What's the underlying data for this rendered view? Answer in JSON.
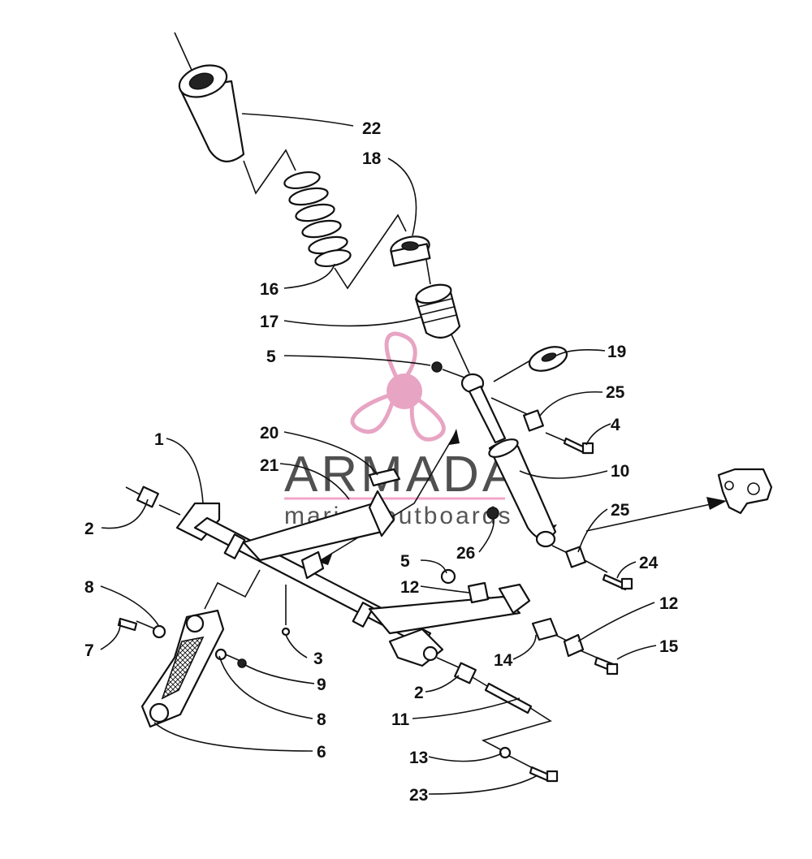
{
  "watermark": {
    "brand": "ARMADA",
    "tagline": "marine outboards",
    "accent_color": "#e59bbd",
    "line_color": "#f2a6c8"
  },
  "callouts": {
    "c22": "22",
    "c18": "18",
    "c16": "16",
    "c17": "17",
    "c5a": "5",
    "c19": "19",
    "c25a": "25",
    "c4": "4",
    "c1": "1",
    "c20": "20",
    "c21": "21",
    "c10": "10",
    "c2a": "2",
    "c25b": "25",
    "c26": "26",
    "c24": "24",
    "c5b": "5",
    "c12a": "12",
    "c8a": "8",
    "c12b": "12",
    "c15": "15",
    "c7": "7",
    "c3": "3",
    "c14": "14",
    "c9": "9",
    "c2b": "2",
    "c8b": "8",
    "c11": "11",
    "c6": "6",
    "c13": "13",
    "c23": "23"
  }
}
